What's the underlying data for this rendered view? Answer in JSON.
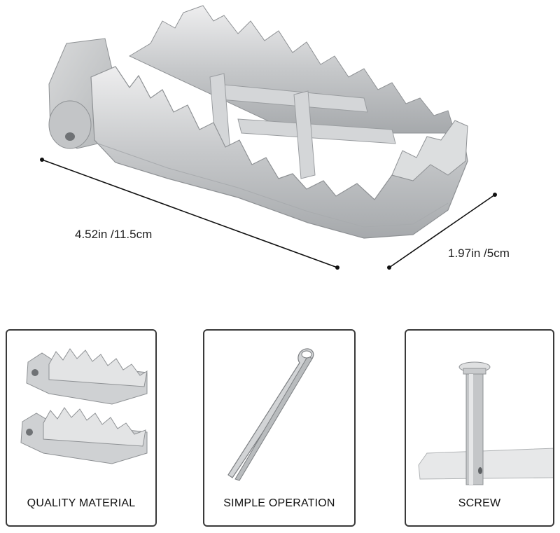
{
  "dimensions": {
    "length": "4.52in /11.5cm",
    "width": "1.97in /5cm"
  },
  "features": [
    {
      "caption": "QUALITY MATERIAL"
    },
    {
      "caption": "SIMPLE OPERATION"
    },
    {
      "caption": "SCREW"
    }
  ],
  "colors": {
    "metal": "#c9cbcd",
    "metal_dark": "#8e9194",
    "metal_light": "#eceded",
    "frame": "#3a3a3a"
  }
}
